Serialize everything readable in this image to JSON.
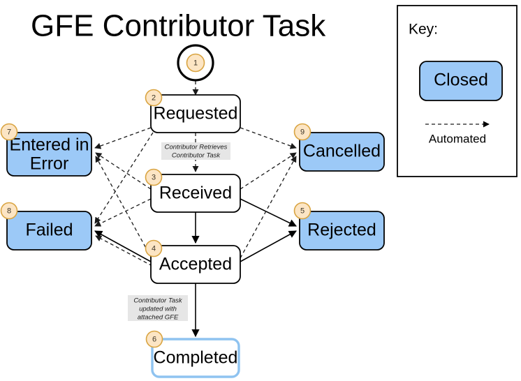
{
  "title": "GFE Contributor Task",
  "colors": {
    "closed_fill": "#9CC9F7",
    "closed_stroke": "#000000",
    "open_fill": "#FFFFFF",
    "open_stroke": "#000000",
    "completed_stroke": "#8FC3F0",
    "badge_fill": "#FCE5C4",
    "badge_stroke": "#D9A441",
    "edge_label_bg": "#E6E6E6",
    "edge_color": "#000000",
    "background": "#FFFFFF"
  },
  "start_node": {
    "name": "start",
    "badge": "1"
  },
  "nodes": [
    {
      "id": "requested",
      "badge": "2",
      "label": "Requested",
      "label_lines": [
        "Requested"
      ],
      "style": "open"
    },
    {
      "id": "received",
      "badge": "3",
      "label": "Received",
      "label_lines": [
        "Received"
      ],
      "style": "open"
    },
    {
      "id": "accepted",
      "badge": "4",
      "label": "Accepted",
      "label_lines": [
        "Accepted"
      ],
      "style": "open"
    },
    {
      "id": "rejected",
      "badge": "5",
      "label": "Rejected",
      "label_lines": [
        "Rejected"
      ],
      "style": "closed"
    },
    {
      "id": "completed",
      "badge": "6",
      "label": "Completed",
      "label_lines": [
        "Completed"
      ],
      "style": "completed"
    },
    {
      "id": "entered-in-error",
      "badge": "7",
      "label": "Entered in Error",
      "label_lines": [
        "Entered in",
        "Error"
      ],
      "style": "closed"
    },
    {
      "id": "failed",
      "badge": "8",
      "label": "Failed",
      "label_lines": [
        "Failed"
      ],
      "style": "closed"
    },
    {
      "id": "cancelled",
      "badge": "9",
      "label": "Cancelled",
      "label_lines": [
        "Cancelled"
      ],
      "style": "closed"
    }
  ],
  "edge_labels": {
    "requested_to_received": [
      "Contributor Retrieves",
      "Contributor Task"
    ],
    "accepted_to_completed": [
      "Contributor Task",
      "updated with",
      "attached GFE"
    ]
  },
  "edges": [
    {
      "from": "start",
      "to": "requested",
      "type": "automated"
    },
    {
      "from": "requested",
      "to": "received",
      "type": "automated"
    },
    {
      "from": "requested",
      "to": "entered-in-error",
      "type": "automated"
    },
    {
      "from": "requested",
      "to": "failed",
      "type": "automated"
    },
    {
      "from": "requested",
      "to": "cancelled",
      "type": "automated"
    },
    {
      "from": "received",
      "to": "accepted",
      "type": "manual"
    },
    {
      "from": "received",
      "to": "entered-in-error",
      "type": "automated"
    },
    {
      "from": "received",
      "to": "failed",
      "type": "automated"
    },
    {
      "from": "received",
      "to": "cancelled",
      "type": "automated"
    },
    {
      "from": "received",
      "to": "rejected",
      "type": "manual"
    },
    {
      "from": "accepted",
      "to": "entered-in-error",
      "type": "automated"
    },
    {
      "from": "accepted",
      "to": "failed",
      "type": "manual"
    },
    {
      "from": "accepted",
      "to": "failed",
      "type": "automated"
    },
    {
      "from": "accepted",
      "to": "cancelled",
      "type": "automated"
    },
    {
      "from": "accepted",
      "to": "rejected",
      "type": "manual"
    },
    {
      "from": "accepted",
      "to": "completed",
      "type": "manual"
    }
  ],
  "key": {
    "heading": "Key:",
    "closed_sample_label": "Closed",
    "automated_label": "Automated"
  }
}
